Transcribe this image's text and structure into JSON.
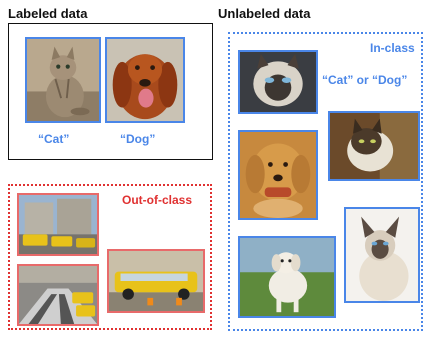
{
  "labeled": {
    "heading": "Labeled data",
    "cat_label": "“Cat”",
    "dog_label": "“Dog”"
  },
  "unlabeled": {
    "heading": "Unlabeled data",
    "in_class_label": "In-class",
    "in_class_sublabel": "“Cat” or “Dog”"
  },
  "out_of_class": {
    "label": "Out-of-class"
  },
  "colors": {
    "blue": "#4a86e8",
    "red": "#e03131",
    "box_black": "#111111"
  }
}
